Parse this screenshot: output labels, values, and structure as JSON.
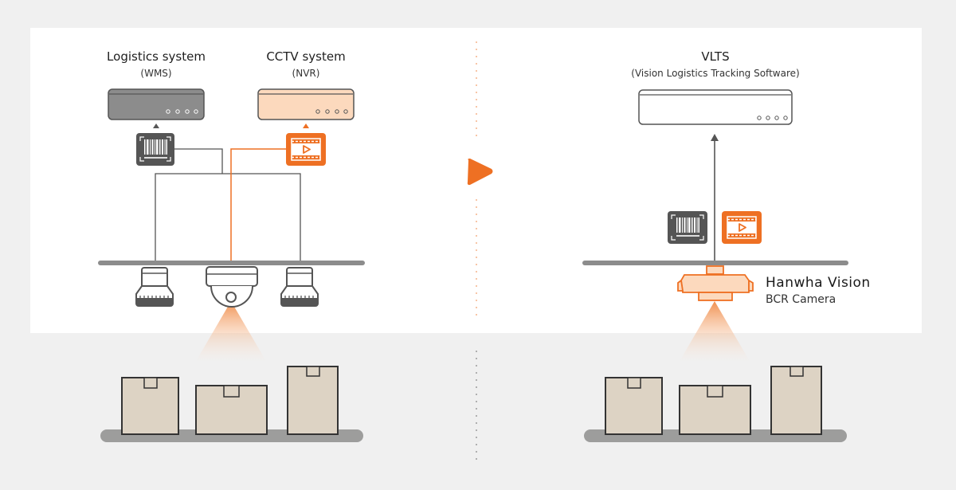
{
  "colors": {
    "background": "#f0f0f0",
    "panel": "#ffffff",
    "accent": "#ee7023",
    "accent_light": "#fcd9bd",
    "dark": "#555555",
    "device_gray": "#8c8c8c",
    "box_fill": "#ddd3c4",
    "conveyor": "#9d9d9c"
  },
  "left": {
    "logistics": {
      "title": "Logistics system",
      "subtitle": "(WMS)"
    },
    "cctv": {
      "title": "CCTV system",
      "subtitle": "(NVR)"
    },
    "barcode_icon": "barcode-scan-icon",
    "video_icon": "video-play-icon",
    "cameras": [
      "barcode-scanner",
      "dome-camera",
      "barcode-scanner"
    ],
    "boxes": 3
  },
  "divider": {
    "arrow_icon": "play-arrow-icon"
  },
  "right": {
    "vlts": {
      "title": "VLTS",
      "subtitle": "(Vision Logistics Tracking Software)"
    },
    "camera_brand": "Hanwha Vision",
    "camera_model": "BCR Camera",
    "boxes": 3
  }
}
